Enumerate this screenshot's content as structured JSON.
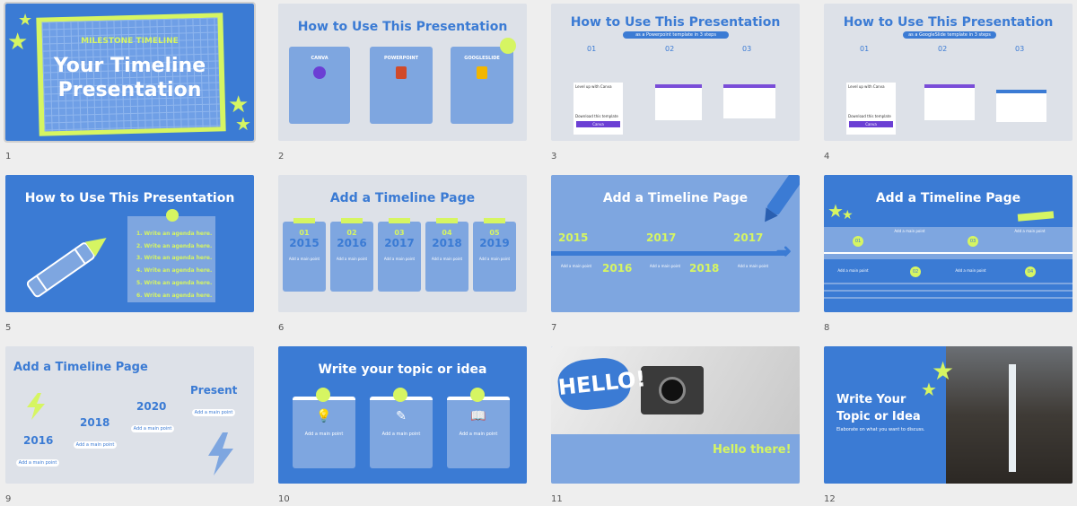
{
  "slides": [
    {
      "number": "1",
      "kicker": "MILESTONE TIMELINE",
      "title_line1": "Your Timeline",
      "title_line2": "Presentation"
    },
    {
      "number": "2",
      "title": "How to Use This Presentation",
      "cards": [
        "CANVA",
        "POWERPOINT",
        "GOOGLESLIDE"
      ]
    },
    {
      "number": "3",
      "title": "How to Use This Presentation",
      "subtitle": "as a Powerpoint template in 3 steps",
      "steps": [
        "01",
        "02",
        "03"
      ],
      "left_heading": "Level up with Canva",
      "left_footer": "Download this template",
      "button": "Canva"
    },
    {
      "number": "4",
      "title": "How to Use This Presentation",
      "subtitle": "as a GoogleSlide template in 3 steps",
      "steps": [
        "01",
        "02",
        "03"
      ],
      "left_heading": "Level up with Canva",
      "left_footer": "Download this template",
      "button": "Canva"
    },
    {
      "number": "5",
      "title": "How to Use This Presentation",
      "agenda": [
        "1. Write an agenda here.",
        "2. Write an agenda here.",
        "3. Write an agenda here.",
        "4. Write an agenda here.",
        "5. Write an agenda here.",
        "6. Write an agenda here."
      ]
    },
    {
      "number": "6",
      "title": "Add a Timeline Page",
      "items": [
        {
          "idx": "01",
          "year": "2015"
        },
        {
          "idx": "02",
          "year": "2016"
        },
        {
          "idx": "03",
          "year": "2017"
        },
        {
          "idx": "04",
          "year": "2018"
        },
        {
          "idx": "05",
          "year": "2019"
        }
      ],
      "point": "Add a main point"
    },
    {
      "number": "7",
      "title": "Add a Timeline Page",
      "top_years": [
        "2015",
        "2017",
        "2017"
      ],
      "bottom_years": [
        "2016",
        "2018"
      ],
      "point": "Add a main point"
    },
    {
      "number": "8",
      "title": "Add a Timeline Page",
      "nodes": [
        "01",
        "02",
        "03",
        "04"
      ],
      "point": "Add a main point"
    },
    {
      "number": "9",
      "title": "Add a Timeline Page",
      "years": [
        "2016",
        "2018",
        "2020",
        "Present"
      ],
      "point": "Add a main point"
    },
    {
      "number": "10",
      "title": "Write your topic or idea",
      "point": "Add a main point"
    },
    {
      "number": "11",
      "sticker": "HELLO!",
      "greeting": "Hello there!"
    },
    {
      "number": "12",
      "title_line1": "Write Your",
      "title_line2": "Topic or Idea",
      "caption": "Elaborate on what you want to discuss."
    }
  ],
  "colors": {
    "blue": "#3b7bd4",
    "light_blue": "#7ea6e0",
    "grey": "#dde1e8",
    "lime": "#d6f562"
  }
}
